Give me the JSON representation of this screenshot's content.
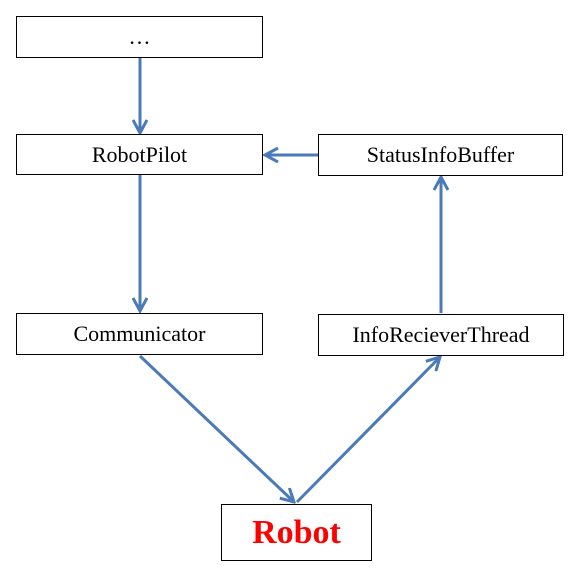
{
  "nodes": [
    {
      "id": "top",
      "label": "…"
    },
    {
      "id": "robotpilot",
      "label": "RobotPilot"
    },
    {
      "id": "statusinfobuffer",
      "label": "StatusInfoBuffer"
    },
    {
      "id": "communicator",
      "label": "Communicator"
    },
    {
      "id": "inforecieverthread",
      "label": "InfoRecieverThread"
    },
    {
      "id": "robot",
      "label": "Robot"
    }
  ],
  "edges": [
    {
      "from": "top",
      "to": "robotpilot"
    },
    {
      "from": "statusinfobuffer",
      "to": "robotpilot"
    },
    {
      "from": "robotpilot",
      "to": "communicator"
    },
    {
      "from": "communicator",
      "to": "robot"
    },
    {
      "from": "robot",
      "to": "inforecieverthread"
    },
    {
      "from": "inforecieverthread",
      "to": "statusinfobuffer"
    }
  ],
  "colors": {
    "arrow": "#4a7ab8",
    "robot_text": "#ff0000"
  }
}
